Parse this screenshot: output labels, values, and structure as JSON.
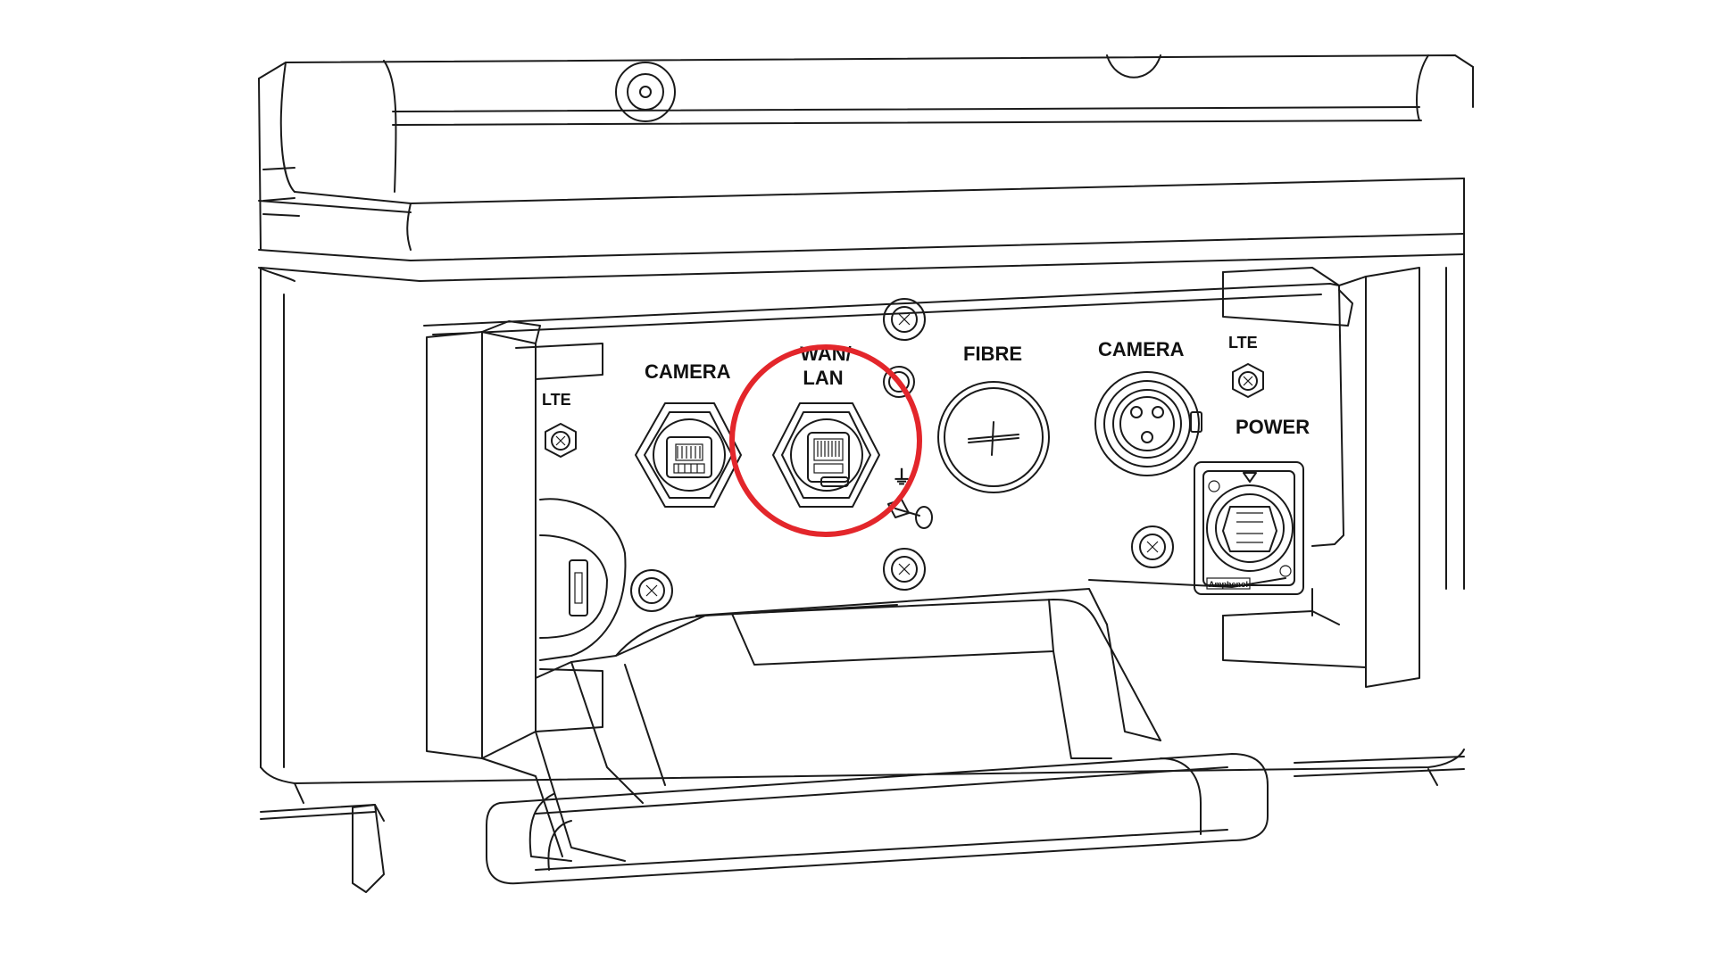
{
  "diagram": {
    "labels": {
      "camera_left": "CAMERA",
      "lte_left": "LTE",
      "wan_lan_line1": "WAN/",
      "wan_lan_line2": "LAN",
      "fibre": "FIBRE",
      "camera_right": "CAMERA",
      "lte_right": "LTE",
      "power": "POWER",
      "ground_symbol": "⏚",
      "brand_mark": "Amphenol"
    },
    "highlight": {
      "target": "WAN/LAN port",
      "color": "#e3262b"
    },
    "colors": {
      "line": "#1a1a1a",
      "background": "#ffffff"
    }
  }
}
